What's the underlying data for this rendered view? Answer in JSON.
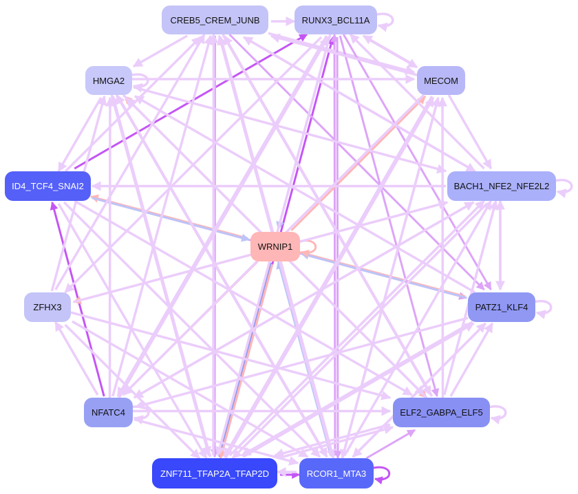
{
  "nodes": [
    {
      "id": "CREB5_CREM_JUNB",
      "label": "CREB5_CREM_JUNB",
      "fill": "#c4c4f8",
      "text": "#111111"
    },
    {
      "id": "RUNX3_BCL11A",
      "label": "RUNX3_BCL11A",
      "fill": "#c0c0f8",
      "text": "#111111"
    },
    {
      "id": "HMGA2",
      "label": "HMGA2",
      "fill": "#c8c8fa",
      "text": "#111111"
    },
    {
      "id": "MECOM",
      "label": "MECOM",
      "fill": "#b8b8f8",
      "text": "#111111"
    },
    {
      "id": "ID4_TCF4_SNAI2",
      "label": "ID4_TCF4_SNAI2",
      "fill": "#5560f8",
      "text": "#ffffff"
    },
    {
      "id": "BACH1_NFE2_NFE2L2",
      "label": "BACH1_NFE2_NFE2L2",
      "fill": "#aab0fa",
      "text": "#111111"
    },
    {
      "id": "WRNIP1",
      "label": "WRNIP1",
      "fill": "#ffb6b6",
      "text": "#111111"
    },
    {
      "id": "ZFHX3",
      "label": "ZFHX3",
      "fill": "#c4c4f8",
      "text": "#111111"
    },
    {
      "id": "PATZ1_KLF4",
      "label": "PATZ1_KLF4",
      "fill": "#9098f4",
      "text": "#111111"
    },
    {
      "id": "NFATC4",
      "label": "NFATC4",
      "fill": "#98a0f4",
      "text": "#111111"
    },
    {
      "id": "ELF2_GABPA_ELF5",
      "label": "ELF2_GABPA_ELF5",
      "fill": "#8890f4",
      "text": "#111111"
    },
    {
      "id": "ZNF711_TFAP2A_TFAP2D",
      "label": "ZNF711_TFAP2A_TFAP2D",
      "fill": "#3848fa",
      "text": "#ffffff"
    },
    {
      "id": "RCOR1_MTA3",
      "label": "RCOR1_MTA3",
      "fill": "#5868f8",
      "text": "#ffffff"
    }
  ],
  "edge_colors": {
    "l": "#ebcdfb",
    "m": "#dda4f8",
    "p": "#c455f5",
    "s": "#ffb6b6",
    "b": "#bcc4f8",
    "d": "#8a9cf0"
  },
  "edges": [
    [
      4,
      1,
      "p"
    ],
    [
      9,
      4,
      "p"
    ],
    [
      11,
      1,
      "p"
    ],
    [
      12,
      1,
      "m"
    ],
    [
      4,
      8,
      "m"
    ],
    [
      11,
      12,
      "p"
    ],
    [
      12,
      12,
      "p"
    ],
    [
      6,
      2,
      "s"
    ],
    [
      6,
      0,
      "s"
    ],
    [
      1,
      6,
      "b"
    ],
    [
      6,
      3,
      "s"
    ],
    [
      6,
      5,
      "s"
    ],
    [
      6,
      4,
      "s"
    ],
    [
      4,
      6,
      "b"
    ],
    [
      6,
      7,
      "s"
    ],
    [
      8,
      6,
      "s"
    ],
    [
      8,
      6,
      "b"
    ],
    [
      6,
      10,
      "s"
    ],
    [
      12,
      6,
      "b"
    ],
    [
      11,
      6,
      "d"
    ],
    [
      6,
      11,
      "s"
    ],
    [
      6,
      9,
      "s"
    ],
    [
      6,
      6,
      "s"
    ],
    [
      0,
      1,
      "l"
    ],
    [
      0,
      3,
      "l"
    ],
    [
      0,
      2,
      "l"
    ],
    [
      0,
      5,
      "l"
    ],
    [
      0,
      8,
      "m"
    ],
    [
      0,
      11,
      "m"
    ],
    [
      0,
      12,
      "l"
    ],
    [
      0,
      10,
      "l"
    ],
    [
      1,
      1,
      "l"
    ],
    [
      1,
      3,
      "l"
    ],
    [
      1,
      8,
      "m"
    ],
    [
      1,
      10,
      "m"
    ],
    [
      1,
      12,
      "m"
    ],
    [
      1,
      11,
      "l"
    ],
    [
      1,
      9,
      "l"
    ],
    [
      1,
      7,
      "l"
    ],
    [
      2,
      3,
      "l"
    ],
    [
      2,
      5,
      "l"
    ],
    [
      2,
      4,
      "l"
    ],
    [
      2,
      10,
      "l"
    ],
    [
      2,
      12,
      "l"
    ],
    [
      2,
      2,
      "l"
    ],
    [
      2,
      11,
      "l"
    ],
    [
      3,
      1,
      "l"
    ],
    [
      3,
      0,
      "l"
    ],
    [
      3,
      9,
      "l"
    ],
    [
      3,
      11,
      "l"
    ],
    [
      3,
      12,
      "l"
    ],
    [
      3,
      5,
      "l"
    ],
    [
      5,
      4,
      "l"
    ],
    [
      5,
      0,
      "l"
    ],
    [
      5,
      1,
      "l"
    ],
    [
      5,
      9,
      "l"
    ],
    [
      5,
      11,
      "l"
    ],
    [
      5,
      8,
      "l"
    ],
    [
      5,
      5,
      "l"
    ],
    [
      4,
      0,
      "l"
    ],
    [
      4,
      10,
      "l"
    ],
    [
      4,
      12,
      "l"
    ],
    [
      4,
      11,
      "l"
    ],
    [
      7,
      0,
      "l"
    ],
    [
      7,
      2,
      "l"
    ],
    [
      7,
      5,
      "l"
    ],
    [
      7,
      10,
      "l"
    ],
    [
      7,
      12,
      "l"
    ],
    [
      7,
      11,
      "l"
    ],
    [
      8,
      5,
      "l"
    ],
    [
      8,
      8,
      "l"
    ],
    [
      8,
      9,
      "l"
    ],
    [
      8,
      11,
      "l"
    ],
    [
      8,
      12,
      "l"
    ],
    [
      8,
      2,
      "l"
    ],
    [
      9,
      7,
      "l"
    ],
    [
      9,
      0,
      "l"
    ],
    [
      9,
      1,
      "l"
    ],
    [
      9,
      10,
      "l"
    ],
    [
      9,
      12,
      "l"
    ],
    [
      9,
      2,
      "l"
    ],
    [
      9,
      9,
      "l"
    ],
    [
      9,
      5,
      "l"
    ],
    [
      10,
      3,
      "l"
    ],
    [
      10,
      5,
      "l"
    ],
    [
      10,
      8,
      "l"
    ],
    [
      10,
      10,
      "l"
    ],
    [
      10,
      11,
      "l"
    ],
    [
      10,
      0,
      "l"
    ],
    [
      10,
      2,
      "l"
    ],
    [
      11,
      5,
      "l"
    ],
    [
      11,
      8,
      "l"
    ],
    [
      11,
      10,
      "l"
    ],
    [
      11,
      0,
      "l"
    ],
    [
      11,
      2,
      "l"
    ],
    [
      11,
      3,
      "l"
    ],
    [
      12,
      5,
      "l"
    ],
    [
      12,
      8,
      "l"
    ],
    [
      12,
      10,
      "m"
    ],
    [
      12,
      11,
      "l"
    ],
    [
      12,
      0,
      "l"
    ],
    [
      12,
      3,
      "l"
    ],
    [
      12,
      2,
      "l"
    ]
  ]
}
